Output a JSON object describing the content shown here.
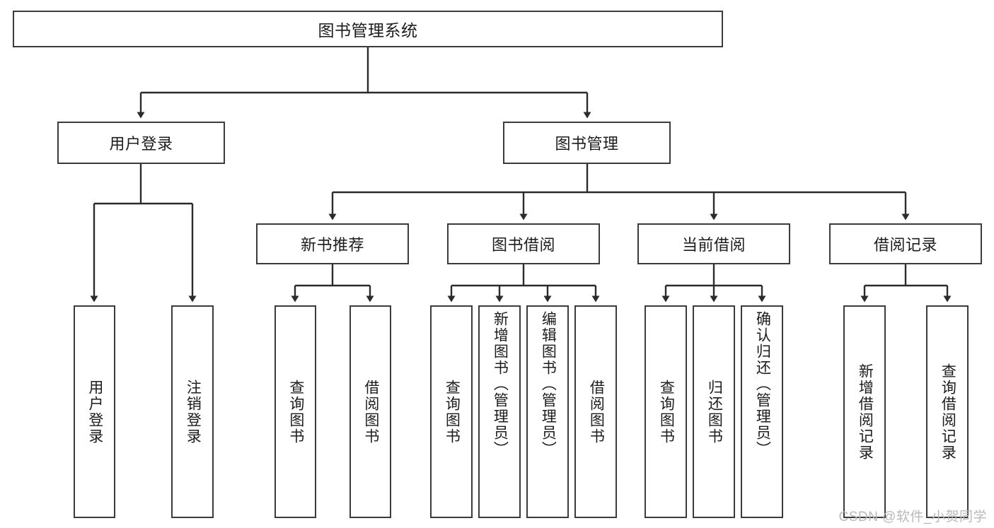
{
  "diagram": {
    "title": "图书管理系统",
    "watermark": "CSDN @软件_小贺同学",
    "style": {
      "border_color": "#3b3b3b",
      "fill_color": "#ffffff",
      "text_color": "#1c1c1c",
      "edge_color": "#2b2b2b",
      "watermark_color": "#b9b9b9",
      "background": "#ffffff"
    },
    "root": {
      "label": "图书管理系统"
    },
    "level2": [
      {
        "label": "用户登录"
      },
      {
        "label": "图书管理"
      }
    ],
    "level3": [
      {
        "label": "新书推荐"
      },
      {
        "label": "图书借阅"
      },
      {
        "label": "当前借阅"
      },
      {
        "label": "借阅记录"
      }
    ],
    "leaves": {
      "user_login": [
        {
          "label": "用户登录"
        },
        {
          "label": "注销登录"
        }
      ],
      "new_book_recommend": [
        {
          "label": "查询图书"
        },
        {
          "label": "借阅图书"
        }
      ],
      "book_borrow": [
        {
          "label": "查询图书"
        },
        {
          "label": "新增图书（管理员）"
        },
        {
          "label": "编辑图书（管理员）"
        },
        {
          "label": "借阅图书"
        }
      ],
      "current_borrow": [
        {
          "label": "查询图书"
        },
        {
          "label": "归还图书"
        },
        {
          "label": "确认归还（管理员）"
        }
      ],
      "borrow_record": [
        {
          "label": "新增借阅记录"
        },
        {
          "label": "查询借阅记录"
        }
      ]
    }
  }
}
